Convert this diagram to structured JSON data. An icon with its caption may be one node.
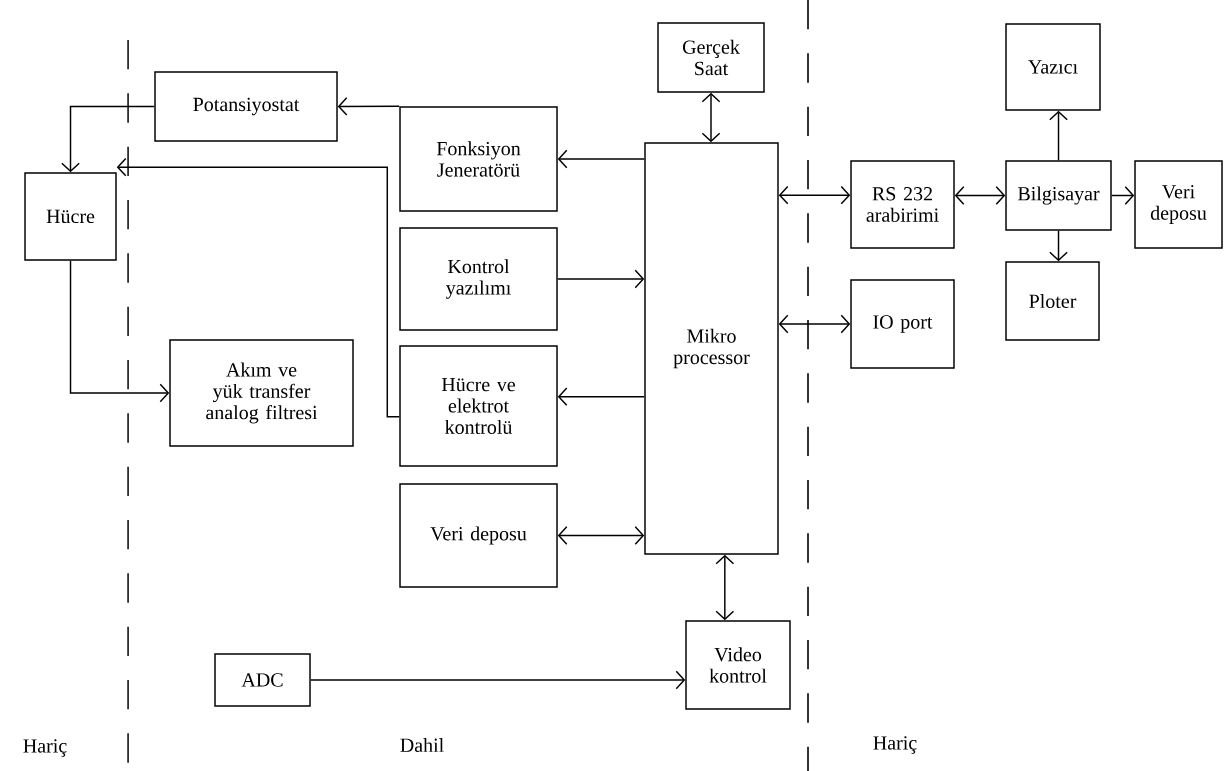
{
  "diagram": {
    "nodes": [
      {
        "text": [
          "Potansiyostat"
        ]
      },
      {
        "text": [
          "Hücre"
        ]
      },
      {
        "text": [
          "Fonksiyon Jeneratörü"
        ]
      },
      {
        "text": [
          "Kontrol yazılımı"
        ]
      },
      {
        "text": [
          "Hücre ve elektrot kontrolü"
        ]
      },
      {
        "text": [
          "Akım ve yük transfer analog filtresi"
        ]
      },
      {
        "text": [
          "Veri deposu"
        ]
      },
      {
        "text": [
          "Mikro processor"
        ]
      },
      {
        "text": [
          "Gerçek Saat"
        ]
      },
      {
        "text": [
          "RS 232 arabirimi"
        ]
      },
      {
        "text": [
          "IO port"
        ]
      },
      {
        "text": [
          "Yazıcı"
        ]
      },
      {
        "text": [
          "Bilgisayar"
        ]
      },
      {
        "text": [
          "Veri deposu"
        ]
      },
      {
        "text": [
          "Ploter"
        ]
      },
      {
        "text": [
          "ADC"
        ]
      },
      {
        "text": [
          "Video kontrol"
        ]
      }
    ],
    "edges": [
      {
        "from": 2,
        "to": 0,
        "arrow": "to"
      },
      {
        "from": 0,
        "to": 1,
        "arrow": "to"
      },
      {
        "from": 4,
        "to": 1,
        "arrow": "to"
      },
      {
        "from": 1,
        "to": 5,
        "arrow": "to"
      },
      {
        "from": 7,
        "to": 2,
        "arrow": "to"
      },
      {
        "from": 3,
        "to": 7,
        "arrow": "to"
      },
      {
        "from": 7,
        "to": 4,
        "arrow": "to"
      },
      {
        "from": 6,
        "to": 7,
        "arrow": "both"
      },
      {
        "from": 8,
        "to": 7,
        "arrow": "both"
      },
      {
        "from": 7,
        "to": 9,
        "arrow": "both"
      },
      {
        "from": 7,
        "to": 10,
        "arrow": "both"
      },
      {
        "from": 9,
        "to": 12,
        "arrow": "both"
      },
      {
        "from": 12,
        "to": 11,
        "arrow": "to"
      },
      {
        "from": 12,
        "to": 13,
        "arrow": "to"
      },
      {
        "from": 12,
        "to": 14,
        "arrow": "to"
      },
      {
        "from": 7,
        "to": 16,
        "arrow": "both"
      },
      {
        "from": 15,
        "to": 16,
        "arrow": "to"
      }
    ],
    "labels": [
      "Hariç",
      "Dahil",
      "Hariç"
    ]
  }
}
